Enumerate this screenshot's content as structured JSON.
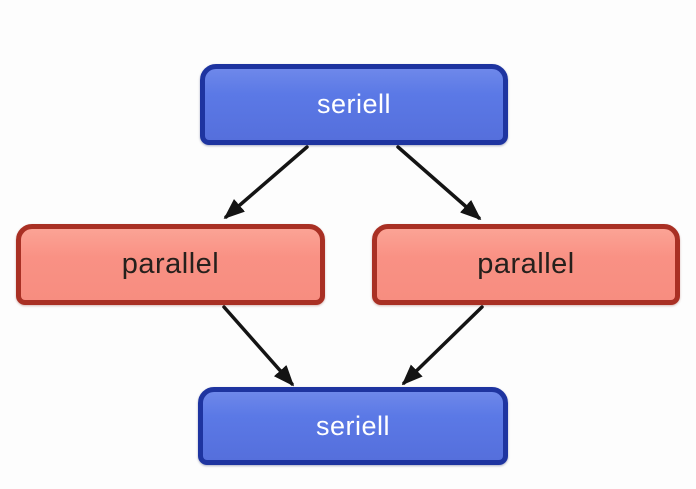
{
  "diagram": {
    "nodes": [
      {
        "id": "seriell-top",
        "label": "seriell",
        "kind": "seriell"
      },
      {
        "id": "parallel-left",
        "label": "parallel",
        "kind": "parallel"
      },
      {
        "id": "parallel-right",
        "label": "parallel",
        "kind": "parallel"
      },
      {
        "id": "seriell-bottom",
        "label": "seriell",
        "kind": "seriell"
      }
    ],
    "edges": [
      {
        "from": "seriell-top",
        "to": "parallel-left"
      },
      {
        "from": "seriell-top",
        "to": "parallel-right"
      },
      {
        "from": "parallel-left",
        "to": "seriell-bottom"
      },
      {
        "from": "parallel-right",
        "to": "seriell-bottom"
      }
    ],
    "colors": {
      "seriell_fill": "#5b76e3",
      "seriell_border": "#1e34a0",
      "seriell_text": "#ffffff",
      "parallel_fill": "#f99184",
      "parallel_border": "#a93024",
      "parallel_text": "#26201c",
      "arrow": "#141414",
      "background": "#fdfdfd"
    }
  }
}
